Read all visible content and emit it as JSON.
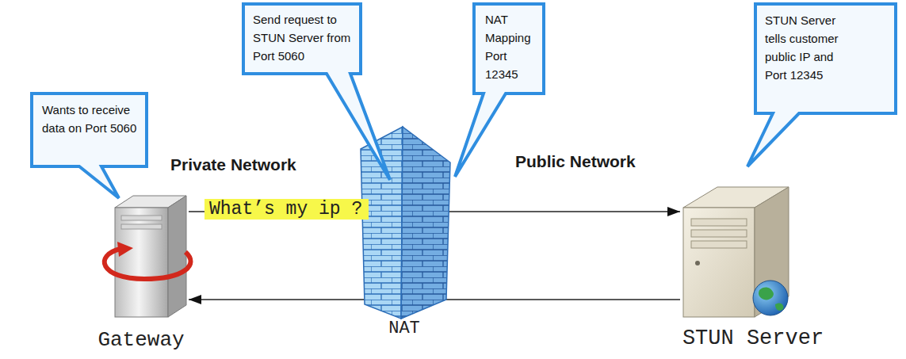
{
  "diagram": {
    "nodes": [
      {
        "text": [
          "Wants to receive data on Port 5060"
        ]
      },
      {
        "text": [
          "Send request to STUN Server from Port 5060"
        ]
      },
      {
        "text": [
          "NAT Mapping Port 12345"
        ]
      },
      {
        "text": [
          "STUN Server tells customer public IP and Port 12345"
        ]
      },
      {
        "text": [
          "Gateway"
        ]
      },
      {
        "text": [
          "NAT"
        ]
      },
      {
        "text": [
          "STUN Server"
        ]
      }
    ],
    "edges": [
      {
        "from": 4,
        "to": 6,
        "arrow": "to",
        "label": "What’s my ip ?"
      },
      {
        "from": 6,
        "to": 4,
        "arrow": "to"
      }
    ],
    "labels": [
      "Private Network",
      "Public Network"
    ]
  }
}
